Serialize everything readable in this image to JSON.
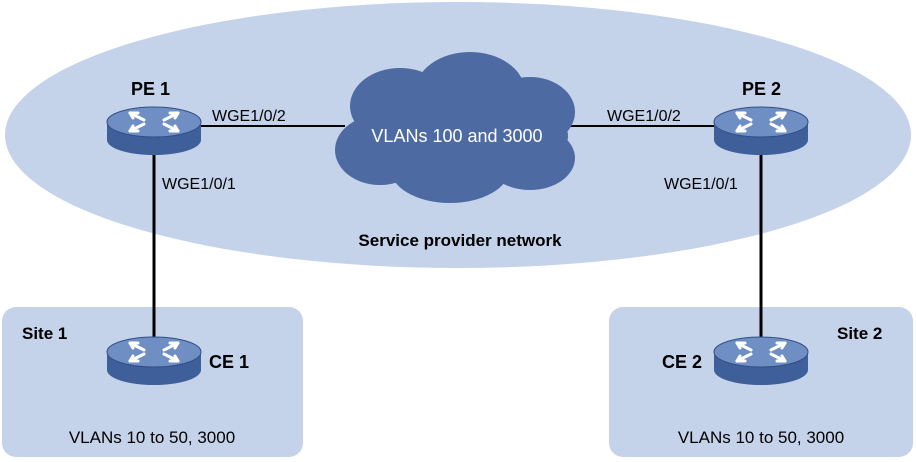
{
  "colors": {
    "provider_fill": "#c5d3ea",
    "site_fill": "#c5d3ea",
    "cloud_fill": "#4d6aa3",
    "cloud_text": "#ffffff",
    "link": "#000000",
    "router_top": "#6f8fc4",
    "router_body": "#3f5f9a"
  },
  "network": {
    "provider_label": "Service provider network",
    "cloud_label": "VLANs 100 and 3000"
  },
  "devices": {
    "pe1": {
      "name": "PE 1",
      "icon": "router-icon",
      "uplink": "WGE1/0/2",
      "downlink": "WGE1/0/1"
    },
    "pe2": {
      "name": "PE 2",
      "icon": "router-icon",
      "uplink": "WGE1/0/2",
      "downlink": "WGE1/0/1"
    },
    "ce1": {
      "name": "CE 1",
      "icon": "router-icon"
    },
    "ce2": {
      "name": "CE 2",
      "icon": "router-icon"
    }
  },
  "sites": {
    "site1": {
      "name": "Site 1",
      "vlans": "VLANs 10 to 50, 3000"
    },
    "site2": {
      "name": "Site 2",
      "vlans": "VLANs 10 to 50, 3000"
    }
  }
}
